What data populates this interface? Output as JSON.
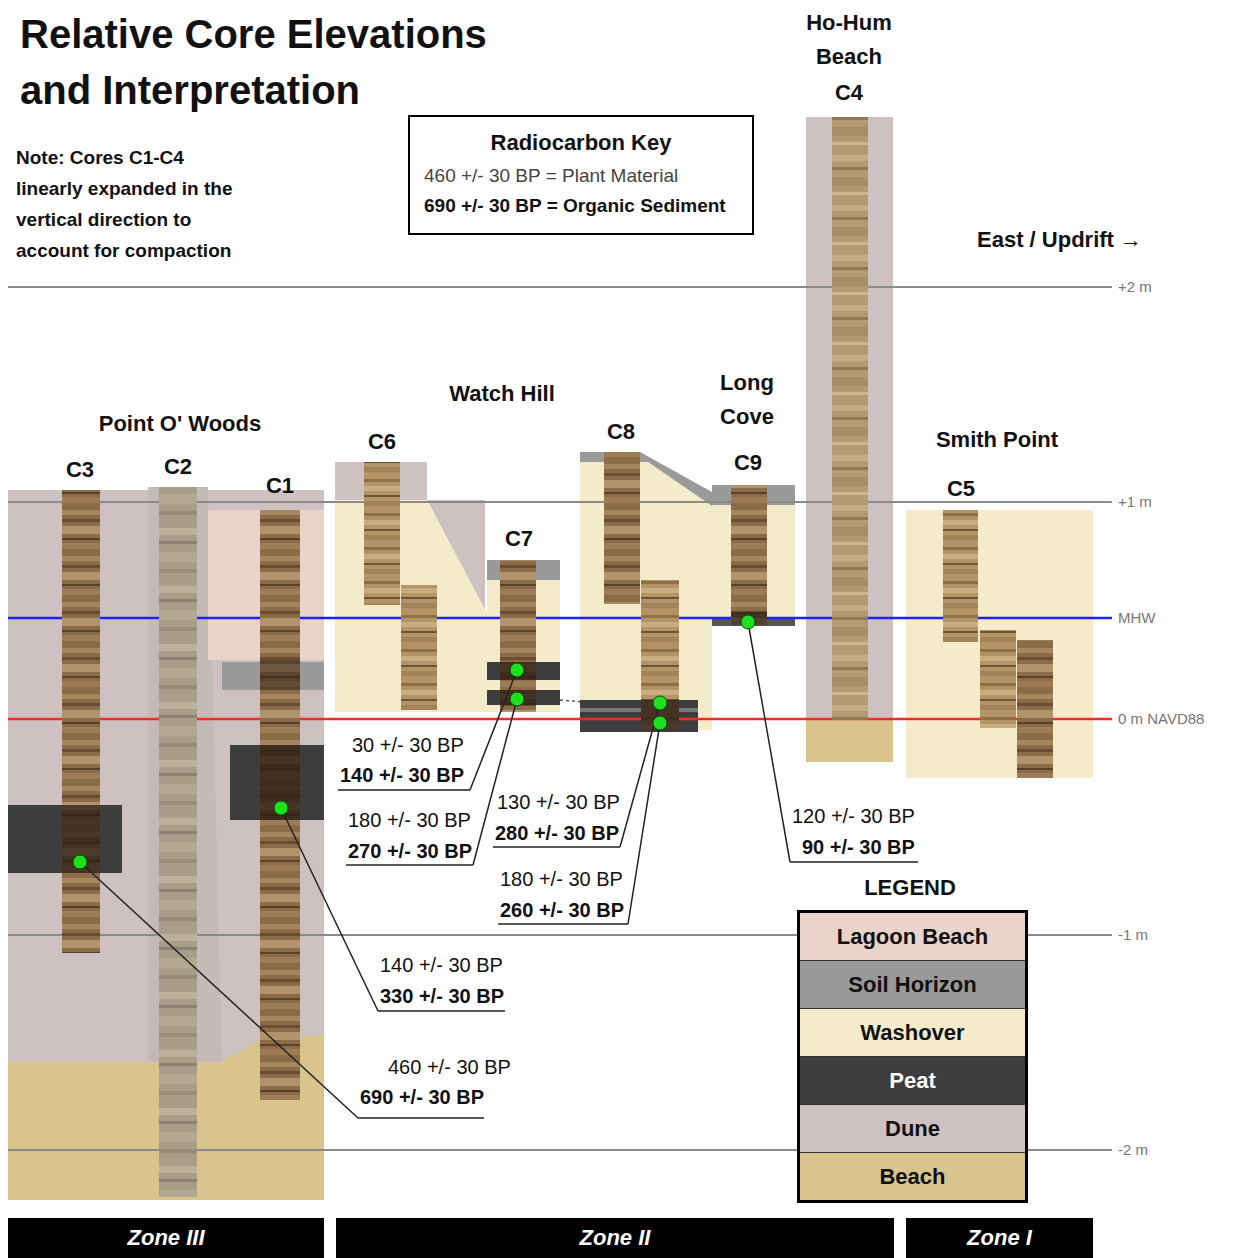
{
  "diagram": {
    "title": "Relative Core Elevations and Interpretation",
    "nodes": [
      {
        "text": [
          "Radiocarbon Key",
          "460 +/- 30 BP = Plant Material",
          "690 +/- 30 BP = Organic Sediment"
        ]
      },
      {
        "text": [
          "Zone III"
        ]
      },
      {
        "text": [
          "Zone II"
        ]
      },
      {
        "text": [
          "Zone I"
        ]
      }
    ],
    "labels": [
      "Note: Cores C1-C4 linearly expanded in the vertical direction to account for compaction",
      "East / Updrift →",
      "Point O' Woods",
      "Watch Hill",
      "Long Cove",
      "Ho-Hum Beach",
      "Smith Point",
      "C3",
      "C2",
      "C1",
      "C6",
      "C7",
      "C8",
      "C9",
      "C4",
      "C5",
      "+2 m",
      "+1 m",
      "MHW",
      "0 m NAVD88",
      "-1 m",
      "-2 m",
      "30 +/- 30 BP",
      "140 +/- 30 BP",
      "180 +/- 30 BP",
      "270 +/- 30 BP",
      "130 +/- 30 BP",
      "280 +/- 30 BP",
      "180 +/- 30 BP",
      "260 +/- 30 BP",
      "120 +/- 30 BP",
      "90 +/- 30 BP",
      "140 +/- 30 BP",
      "330 +/- 30 BP",
      "460 +/- 30 BP",
      "690 +/- 30 BP",
      "LEGEND"
    ],
    "legend": [
      {
        "text": "Lagoon Beach",
        "color": "#ead3c8"
      },
      {
        "text": "Soil Horizon",
        "color": "#9a9a9a"
      },
      {
        "text": "Washover",
        "color": "#f3ebca"
      },
      {
        "text": "Peat",
        "color": "#3d3d3d"
      },
      {
        "text": "Dune",
        "color": "#cdc2c1"
      },
      {
        "text": "Beach",
        "color": "#d9c48c"
      }
    ]
  }
}
